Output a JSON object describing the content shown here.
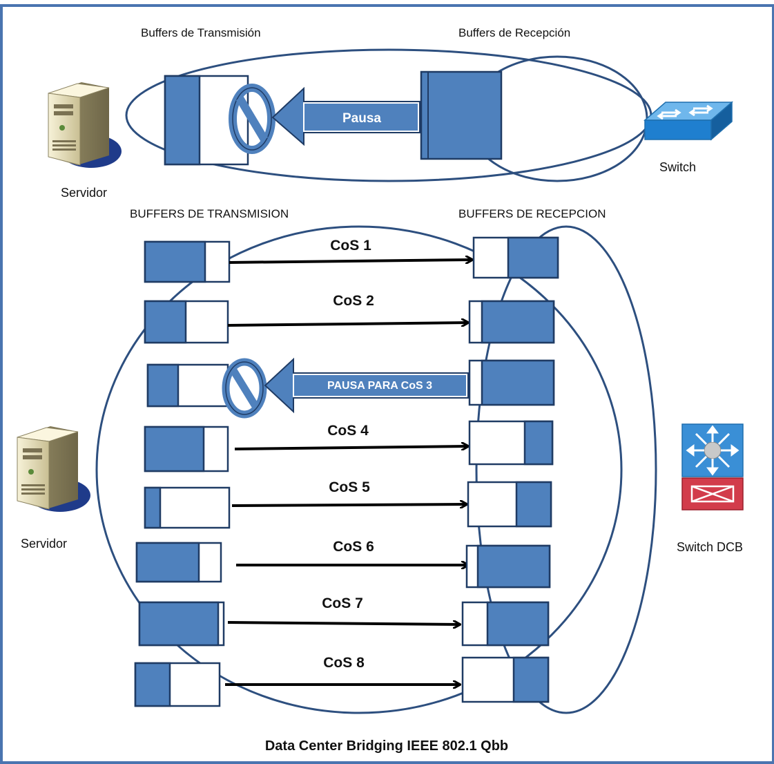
{
  "colors": {
    "frame": "#4a74b0",
    "buffer_fill": "#4f81bd",
    "buffer_stroke": "#1f3b64",
    "ellipse_stroke": "#2d4f7f",
    "arrow": "#000000",
    "pause_fill": "#4f81bd",
    "switch_blue": "#3a8fd6",
    "dcb_red": "#d23c4b"
  },
  "top": {
    "tx_title": "Buffers de Transmisión",
    "rx_title": "Buffers de Recepción",
    "pause_label": "Pausa",
    "server_label": "Servidor",
    "switch_label": "Switch"
  },
  "bottom": {
    "tx_title": "BUFFERS DE TRANSMISION",
    "rx_title": "BUFFERS DE RECEPCION",
    "server_label": "Servidor",
    "switch_label": "Switch DCB",
    "pause_label": "PAUSA PARA CoS 3",
    "lanes": [
      {
        "label": "CoS 1",
        "paused": false
      },
      {
        "label": "CoS 2",
        "paused": false
      },
      {
        "label": "",
        "paused": true
      },
      {
        "label": "CoS 4",
        "paused": false
      },
      {
        "label": "CoS 5",
        "paused": false
      },
      {
        "label": "CoS 6",
        "paused": false
      },
      {
        "label": "CoS 7",
        "paused": false
      },
      {
        "label": "CoS 8",
        "paused": false
      }
    ]
  },
  "caption": "Data Center Bridging IEEE 802.1 Qbb",
  "icons": {
    "server": "server-icon",
    "switch": "switch-icon",
    "dcb_switch": "dcb-switch-icon",
    "no_entry": "no-entry-icon"
  }
}
